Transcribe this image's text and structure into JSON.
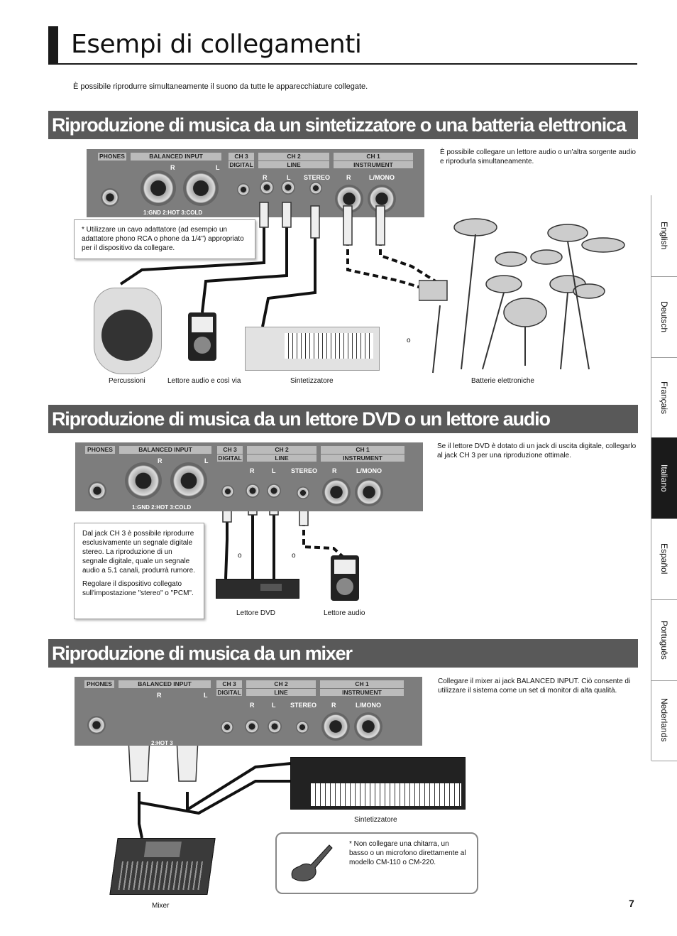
{
  "page": {
    "title": "Esempi di collegamenti",
    "intro": "È possibile riprodurre simultaneamente il suono da tutte le apparecchiature collegate.",
    "page_number": "7"
  },
  "panel_labels": {
    "phones": "PHONES",
    "balanced_input": "BALANCED INPUT",
    "r": "R",
    "l": "L",
    "ch3": "CH 3",
    "digital": "DIGITAL",
    "ch2": "CH 2",
    "line": "LINE",
    "stereo": "STEREO",
    "ch1": "CH 1",
    "instrument": "INSTRUMENT",
    "l_mono": "L/MONO",
    "pin_text": "1:GND  2:HOT  3:COLD",
    "pin_text_partial": "2:HOT  3"
  },
  "section1": {
    "heading": "Riproduzione di musica da un sintetizzatore o una batteria elettronica",
    "description": "È possibile collegare un lettore audio o un'altra sorgente audio e riprodurla simultaneamente.",
    "note": "*  Utilizzare un cavo adattatore (ad esempio un adattatore phono RCA o phone da 1/4\") appropriato per il dispositivo da collegare.",
    "or": "o",
    "captions": {
      "percussion": "Percussioni",
      "audio_player": "Lettore audio e così via",
      "synth": "Sintetizzatore",
      "drums": "Batterie elettroniche"
    }
  },
  "section2": {
    "heading": "Riproduzione di musica da un lettore DVD o un lettore audio",
    "description": "Se il lettore DVD è dotato di un jack di uscita digitale, collegarlo al jack CH 3 per una riproduzione ottimale.",
    "note_p1": "Dal jack CH 3 è possibile riprodurre esclusivamente un segnale digitale stereo. La riproduzione di un segnale digitale, quale un segnale audio a 5.1 canali, produrrà rumore.",
    "note_p2": "Regolare il dispositivo collegato sull'impostazione \"stereo\" o \"PCM\".",
    "or1": "o",
    "or2": "o",
    "captions": {
      "dvd": "Lettore DVD",
      "audio": "Lettore audio"
    }
  },
  "section3": {
    "heading": "Riproduzione di musica da un mixer",
    "description": "Collegare il mixer ai jack BALANCED INPUT. Ciò consente di utilizzare il sistema come un set di monitor di alta qualità.",
    "note": "*  Non collegare una chitarra, un basso o un microfono direttamente al modello CM-110 o CM-220.",
    "captions": {
      "synth": "Sintetizzatore",
      "mixer": "Mixer"
    }
  },
  "side_tabs": [
    "English",
    "Deutsch",
    "Français",
    "Italiano",
    "Español",
    "Português",
    "Nederlands"
  ],
  "active_tab": "Italiano"
}
